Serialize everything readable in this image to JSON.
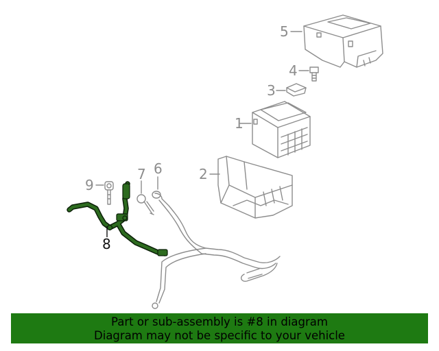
{
  "diagram": {
    "callouts": [
      {
        "number": "1",
        "part": "battery"
      },
      {
        "number": "2",
        "part": "battery-tray"
      },
      {
        "number": "3",
        "part": "clip"
      },
      {
        "number": "4",
        "part": "bolt"
      },
      {
        "number": "5",
        "part": "battery-cover"
      },
      {
        "number": "6",
        "part": "negative-cable"
      },
      {
        "number": "7",
        "part": "bolt"
      },
      {
        "number": "8",
        "part": "positive-cable-harness"
      },
      {
        "number": "9",
        "part": "nut"
      }
    ],
    "highlighted_part": "8",
    "colors": {
      "line_art": "#8c8c8c",
      "highlight_fill": "#2d6b1f",
      "highlight_outline": "#0b1f08",
      "banner_background": "#1e7a12"
    }
  },
  "banner": {
    "line1": "Part or sub-assembly is #8 in diagram",
    "line2": "Diagram may not be specific to your vehicle"
  }
}
